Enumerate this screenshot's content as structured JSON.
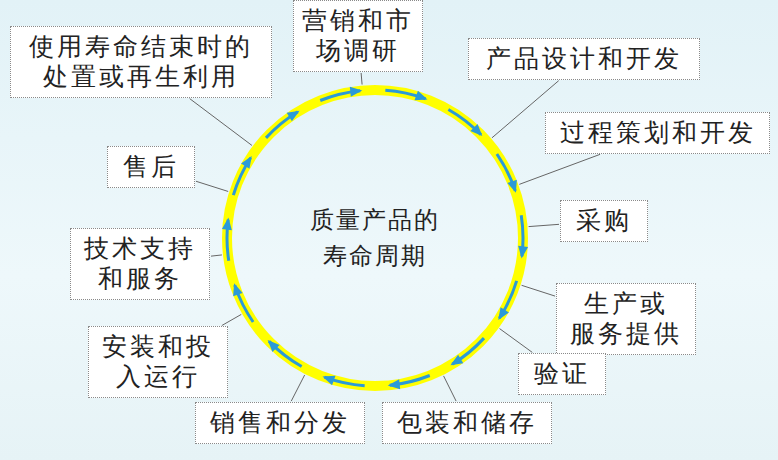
{
  "diagram": {
    "nodes": [
      {
        "text": [
          "质量产品的 寿命周期"
        ]
      },
      {
        "text": [
          "营销和市 场调研"
        ]
      },
      {
        "text": [
          "产品设计和开发"
        ]
      },
      {
        "text": [
          "过程策划和开发"
        ]
      },
      {
        "text": [
          "采购"
        ]
      },
      {
        "text": [
          "生产或 服务提供"
        ]
      },
      {
        "text": [
          "验证"
        ]
      },
      {
        "text": [
          "包装和储存"
        ]
      },
      {
        "text": [
          "销售和分发"
        ]
      },
      {
        "text": [
          "安装和投 入运行"
        ]
      },
      {
        "text": [
          "技术支持 和服务"
        ]
      },
      {
        "text": [
          "售后"
        ]
      },
      {
        "text": [
          "使用寿命结束时的 处置或再生利用"
        ]
      }
    ],
    "edges": [
      {
        "from": 1,
        "to": 0,
        "arrow": "none"
      },
      {
        "from": 2,
        "to": 0,
        "arrow": "none"
      },
      {
        "from": 3,
        "to": 0,
        "arrow": "none"
      },
      {
        "from": 4,
        "to": 0,
        "arrow": "none"
      },
      {
        "from": 5,
        "to": 0,
        "arrow": "none"
      },
      {
        "from": 6,
        "to": 0,
        "arrow": "none"
      },
      {
        "from": 7,
        "to": 0,
        "arrow": "none"
      },
      {
        "from": 8,
        "to": 0,
        "arrow": "none"
      },
      {
        "from": 9,
        "to": 0,
        "arrow": "none"
      },
      {
        "from": 10,
        "to": 0,
        "arrow": "none"
      },
      {
        "from": 11,
        "to": 0,
        "arrow": "none"
      },
      {
        "from": 12,
        "to": 0,
        "arrow": "none"
      }
    ]
  }
}
